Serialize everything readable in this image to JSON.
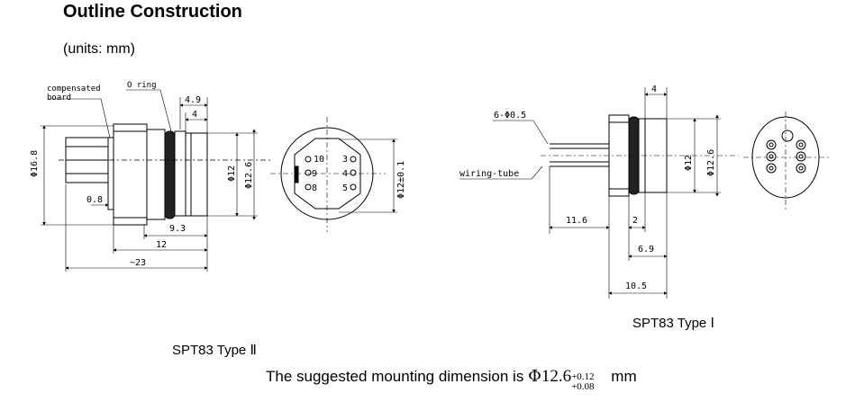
{
  "title": "Outline Construction",
  "units": "(units: mm)",
  "type2": {
    "caption": "SPT83 Type Ⅱ",
    "labels": {
      "board": "compensated\nboard",
      "oring": "O ring"
    },
    "dims": {
      "d16_8": "Φ16.8",
      "d0_8": "0.8",
      "d9_3": "9.3",
      "d12h": "12",
      "d23": "~23",
      "d4_9": "4.9",
      "d4": "4",
      "phi12": "Φ12",
      "phi12_6": "Φ12.6",
      "phi12tol": "Φ12±0.1"
    },
    "pins": [
      "10",
      "3",
      "9",
      "4",
      "8",
      "5"
    ]
  },
  "type1": {
    "caption": "SPT83 Type Ⅰ",
    "labels": {
      "pins": "6-Φ0.5",
      "tube": "wiring-tube"
    },
    "dims": {
      "d4": "4",
      "phi12": "Φ12",
      "phi12_6": "Φ12.6",
      "d11_6": "11.6",
      "d2": "2",
      "d6_9": "6.9",
      "d10_5": "10.5"
    }
  },
  "mounting": {
    "text": "The suggested mounting dimension is",
    "phi": "Φ",
    "value": "12.6",
    "tol_upper": "+0.12",
    "tol_lower": "+0.08",
    "unit": "mm"
  }
}
